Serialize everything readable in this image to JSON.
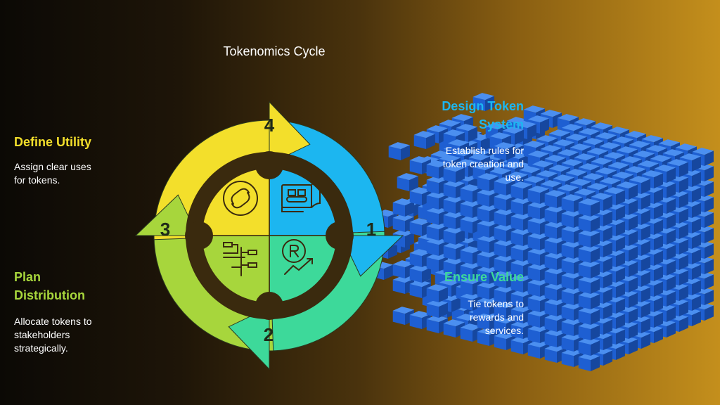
{
  "title": "Tokenomics Cycle",
  "colors": {
    "yellow": "#f3df2b",
    "blue": "#1cb6f0",
    "teal": "#3dd99a",
    "lime": "#a7d63c",
    "dark": "#3a2a0e"
  },
  "steps": [
    {
      "number": "1",
      "heading": [
        "Design Token",
        "System"
      ],
      "description": [
        "Establish rules for",
        "token creation and",
        "use."
      ],
      "icon": "conveyor-machine-icon"
    },
    {
      "number": "2",
      "heading": [
        "Ensure Value"
      ],
      "description": [
        "Tie tokens to",
        "rewards and",
        "services."
      ],
      "icon": "royalty-growth-icon"
    },
    {
      "number": "3",
      "heading": [
        "Plan",
        "Distribution"
      ],
      "description": [
        "Allocate tokens to",
        "stakeholders",
        "strategically."
      ],
      "icon": "distribution-tree-icon"
    },
    {
      "number": "4",
      "heading": [
        "Define Utility"
      ],
      "description": [
        "Assign clear uses",
        "for tokens."
      ],
      "icon": "utility-link-icon"
    }
  ]
}
